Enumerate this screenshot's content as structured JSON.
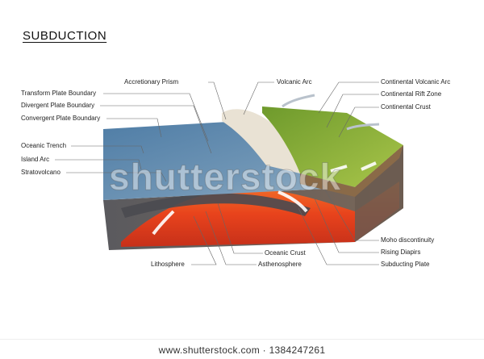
{
  "title": "SUBDUCTION",
  "labels": {
    "accretionary_prism": "Accretionary Prism",
    "transform_plate_boundary": "Transform Plate Boundary",
    "divergent_plate_boundary": "Divergent Plate Boundary",
    "convergent_plate_boundary": "Convergent Plate Boundary",
    "oceanic_trench": "Oceanic Trench",
    "island_arc": "Island Arc",
    "stratovolcano": "Stratovolcano",
    "volcanic_arc": "Volcanic Arc",
    "continental_volcanic_arc": "Continental Volcanic Arc",
    "continental_rift_zone": "Continental Rift Zone",
    "continental_crust": "Continental Crust",
    "moho_discontinuity": "Moho discontinuity",
    "rising_diapirs": "Rising Diapirs",
    "subducting_plate": "Subducting Plate",
    "oceanic_crust": "Oceanic Crust",
    "lithosphere": "Lithosphere",
    "asthenosphere": "Asthenosphere"
  },
  "watermark": "shutterstock",
  "footer": "www.shutterstock.com · 1384247261",
  "colors": {
    "ocean": "#5f86a8",
    "magma": "#e8431c",
    "magma_light": "#f28a2a",
    "continent": "#8fb43a",
    "rock": "#6b5648"
  }
}
